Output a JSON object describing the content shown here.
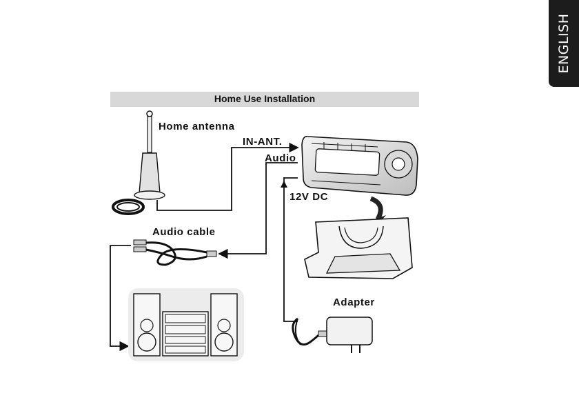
{
  "sidebar": {
    "language": "ENGLISH"
  },
  "title": "Home Use Installation",
  "labels": {
    "home_antenna": "Home antenna",
    "in_ant": "IN-ANT.",
    "audio": "Audio",
    "dc": "12V DC",
    "audio_cable": "Audio cable",
    "adapter": "Adapter"
  }
}
